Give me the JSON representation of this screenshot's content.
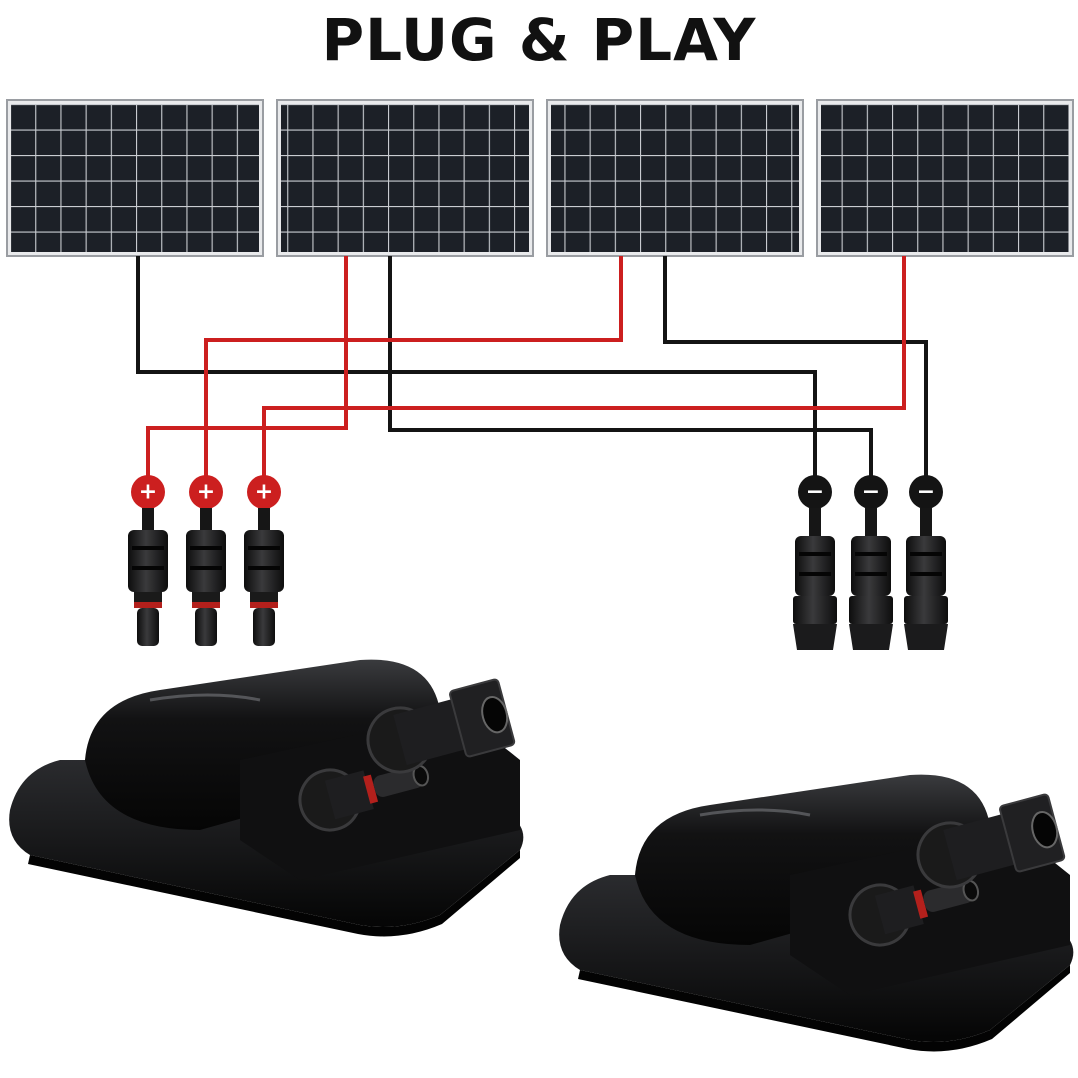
{
  "title": "PLUG & PLAY",
  "colors": {
    "positive_wire": "#cc1f1f",
    "negative_wire": "#141414",
    "panel_cell": "#1c2027",
    "panel_grid": "#c9ccd1",
    "mount_body": "#0b0b0c",
    "seal_ring": "#b3201c"
  },
  "panels": [
    {
      "name": "solar-panel-1"
    },
    {
      "name": "solar-panel-2"
    },
    {
      "name": "solar-panel-3"
    },
    {
      "name": "solar-panel-4"
    }
  ],
  "positive_symbol": "+",
  "negative_symbol": "−",
  "positive_connectors": 3,
  "negative_connectors": 3,
  "cable_entry_mounts": 2
}
